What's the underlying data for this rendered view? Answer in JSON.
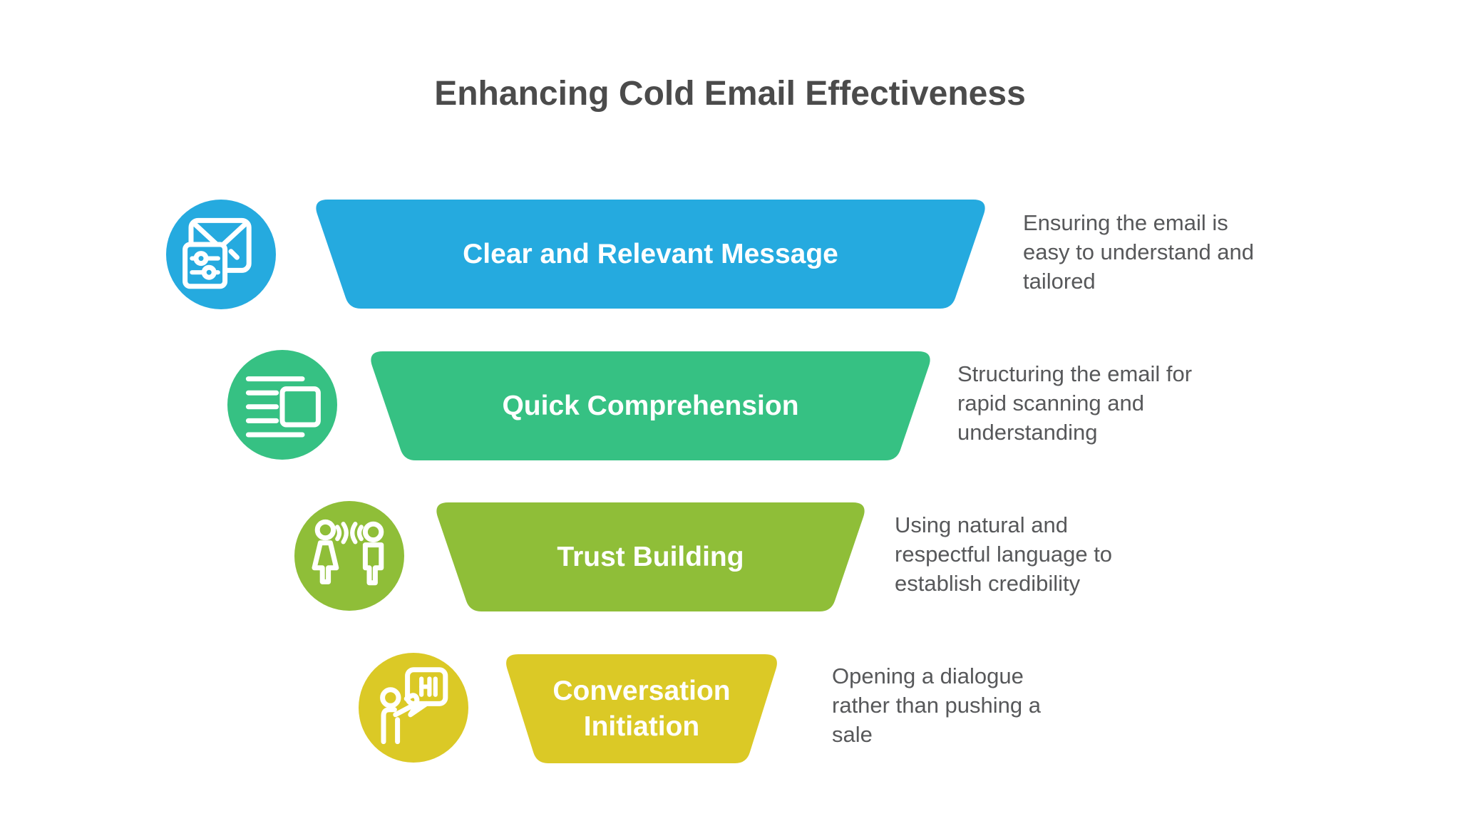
{
  "page": {
    "title": "Enhancing Cold Email Effectiveness",
    "title_color": "#4b4b4b",
    "description_color": "#57585a",
    "background_color": "#ffffff"
  },
  "funnel": {
    "levels": [
      {
        "label": "Clear and Relevant Message",
        "description": "Ensuring the email is easy to understand and tailored",
        "color": "#25aadf",
        "icon": "email-settings-icon"
      },
      {
        "label": "Quick Comprehension",
        "description": "Structuring the email for rapid scanning and understanding",
        "color": "#36c183",
        "icon": "document-scan-icon"
      },
      {
        "label": "Trust Building",
        "description": "Using natural and respectful language to establish credibility",
        "color": "#8fbe38",
        "icon": "people-talking-icon"
      },
      {
        "label": "Conversation Initiation",
        "description": "Opening a dialogue rather than pushing a sale",
        "color": "#dbc926",
        "icon": "hi-speech-bubble-icon"
      }
    ]
  }
}
